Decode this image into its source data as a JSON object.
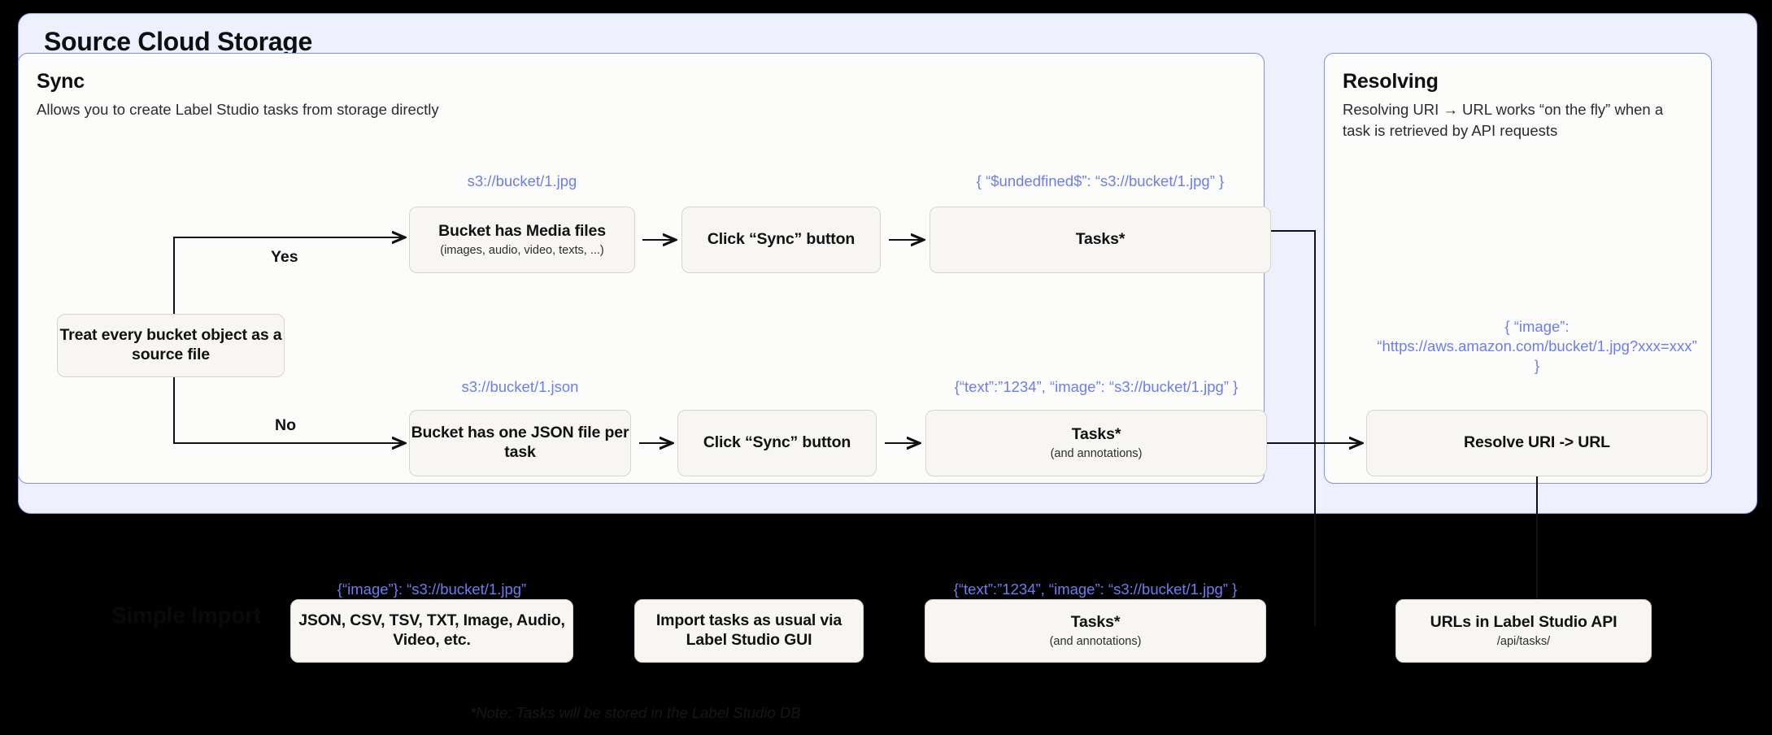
{
  "outer": {
    "title": "Source Cloud Storage"
  },
  "sync": {
    "title": "Sync",
    "subtitle": "Allows you to create Label Studio tasks from storage directly",
    "decision": {
      "label": "Treat every bucket object as a source file",
      "yes_label": "Yes",
      "no_label": "No"
    },
    "yes_branch": {
      "uri_label": "s3://bucket/1.jpg",
      "source_title": "Bucket has Media files",
      "source_sub": "(images, audio, video, texts, ...)",
      "action_title": "Click “Sync” button",
      "payload_label": "{ “$undedfined$”: “s3://bucket/1.jpg” }",
      "result_title": "Tasks*"
    },
    "no_branch": {
      "uri_label": "s3://bucket/1.json",
      "source_title": "Bucket has one JSON file per task",
      "action_title": "Click “Sync” button",
      "payload_label": "{“text”:”1234”,  “image”: “s3://bucket/1.jpg” }",
      "result_title": "Tasks*",
      "result_sub": "(and annotations)"
    }
  },
  "resolving": {
    "title": "Resolving",
    "subtitle": "Resolving URI → URL works “on the fly” when a task is retrieved by API requests",
    "payload_label": "{ “image”: “https://aws.amazon.com/bucket/1.jpg?xxx=xxx” }",
    "node_title": "Resolve URI -> URL"
  },
  "simple_import": {
    "title": "Simple Import",
    "formats_payload_label": "{“image”}: “s3://bucket/1.jpg”",
    "formats_title": "JSON, CSV, TSV, TXT, Image, Audio, Video, etc.",
    "import_title": "Import tasks as usual via Label Studio GUI",
    "tasks_payload_label": "{“text”:”1234”,  “image”: “s3://bucket/1.jpg” }",
    "tasks_title": "Tasks*",
    "tasks_sub": "(and annotations)",
    "api_title": "URLs in Label Studio API",
    "api_sub": "/api/tasks/"
  },
  "footnote": "*Note: Tasks will be stored in the Label Studio DB",
  "colors": {
    "background": "#000000",
    "panel_fill": "#eef0fe",
    "panel_border": "#8d9bf7",
    "card_fill": "#fcfcfa",
    "card_border": "#7e8ff5",
    "node_fill": "#f7f6f3",
    "node_border": "#d9d5c9",
    "annotation_blue": "#6b7df0",
    "text_dark": "#111114"
  }
}
